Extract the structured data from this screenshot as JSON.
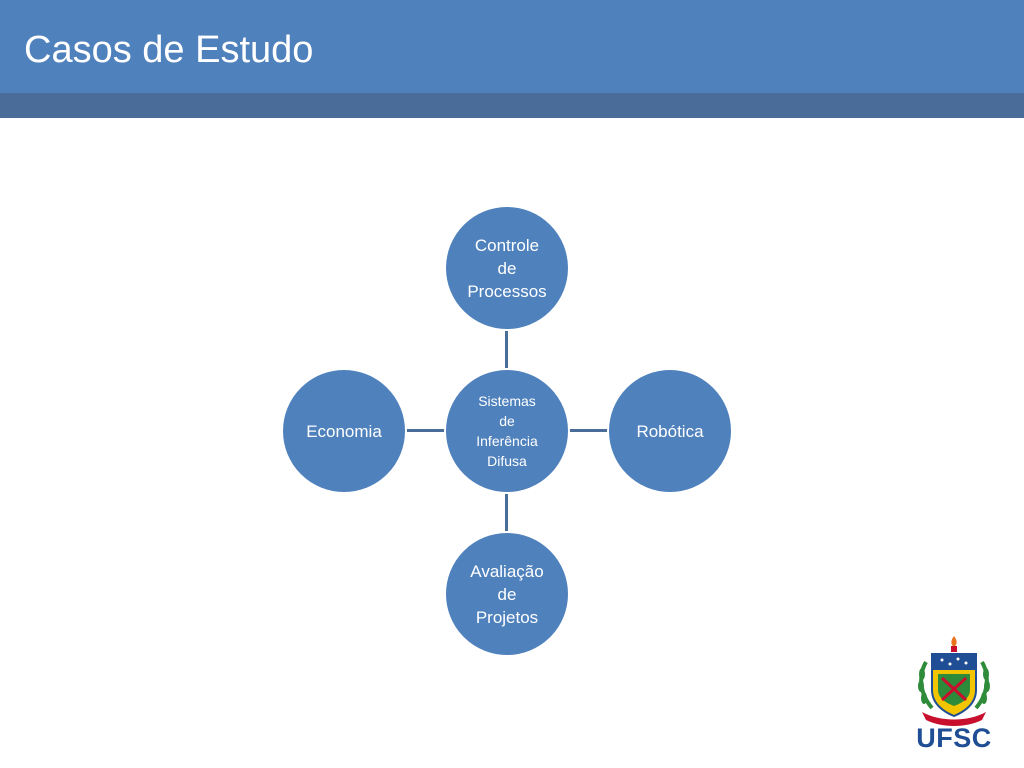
{
  "slide": {
    "title": "Casos de Estudo"
  },
  "diagram": {
    "center": {
      "label": "Sistemas\nde\nInferência\nDifusa"
    },
    "top": {
      "label": "Controle\nde\nProcessos"
    },
    "right": {
      "label": "Robótica"
    },
    "bottom": {
      "label": "Avaliação\nde\nProjetos"
    },
    "left": {
      "label": "Economia"
    }
  },
  "logo": {
    "text": "UFSC",
    "icon": "ufsc-coat-of-arms-icon"
  },
  "colors": {
    "header": "#4f81bd",
    "header_band": "#4a6c98",
    "node_fill": "#4f81bd",
    "connector": "#4a6c98",
    "logo_text": "#1f4e95"
  }
}
